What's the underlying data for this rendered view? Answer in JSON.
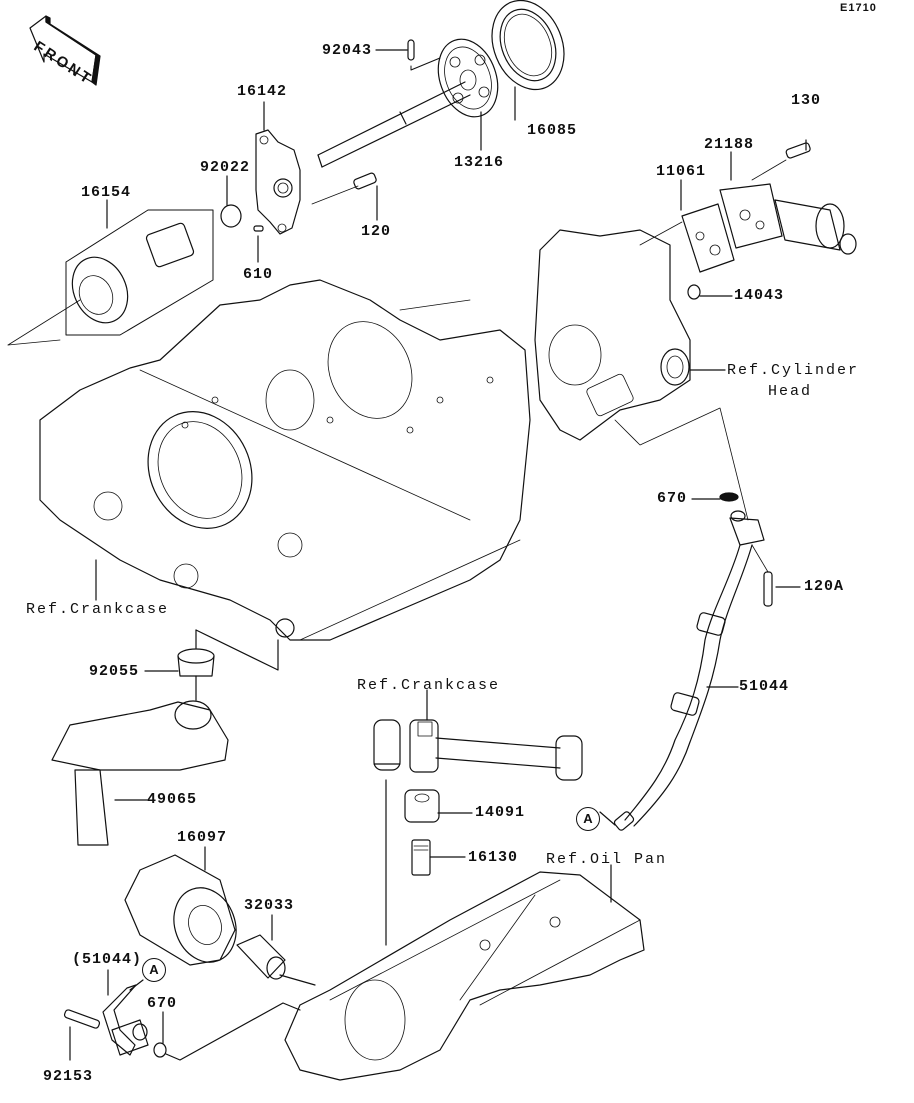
{
  "diagram": {
    "code": "E1710",
    "front_label": "FRONT",
    "part_labels": [
      {
        "id": "92043",
        "text": "92043"
      },
      {
        "id": "16085",
        "text": "16085"
      },
      {
        "id": "16142",
        "text": "16142"
      },
      {
        "id": "13216",
        "text": "13216"
      },
      {
        "id": "92022",
        "text": "92022"
      },
      {
        "id": "16154",
        "text": "16154"
      },
      {
        "id": "120",
        "text": "120"
      },
      {
        "id": "610",
        "text": "610"
      },
      {
        "id": "130",
        "text": "130"
      },
      {
        "id": "21188",
        "text": "21188"
      },
      {
        "id": "11061",
        "text": "11061"
      },
      {
        "id": "14043",
        "text": "14043"
      },
      {
        "id": "670-upper",
        "text": "670"
      },
      {
        "id": "120A",
        "text": "120A"
      },
      {
        "id": "51044",
        "text": "51044"
      },
      {
        "id": "92055",
        "text": "92055"
      },
      {
        "id": "49065",
        "text": "49065"
      },
      {
        "id": "14091",
        "text": "14091"
      },
      {
        "id": "16130",
        "text": "16130"
      },
      {
        "id": "16097",
        "text": "16097"
      },
      {
        "id": "32033",
        "text": "32033"
      },
      {
        "id": "51044-ref",
        "text": "(51044)"
      },
      {
        "id": "670-lower",
        "text": "670"
      },
      {
        "id": "92153",
        "text": "92153"
      }
    ],
    "ref_labels": {
      "cylinder_head_line1": "Ref.Cylinder",
      "cylinder_head_line2": "Head",
      "crankcase_left": "Ref.Crankcase",
      "crankcase_center": "Ref.Crankcase",
      "oil_pan": "Ref.Oil Pan"
    },
    "connector_markers": {
      "upper": "A",
      "lower": "A"
    }
  }
}
